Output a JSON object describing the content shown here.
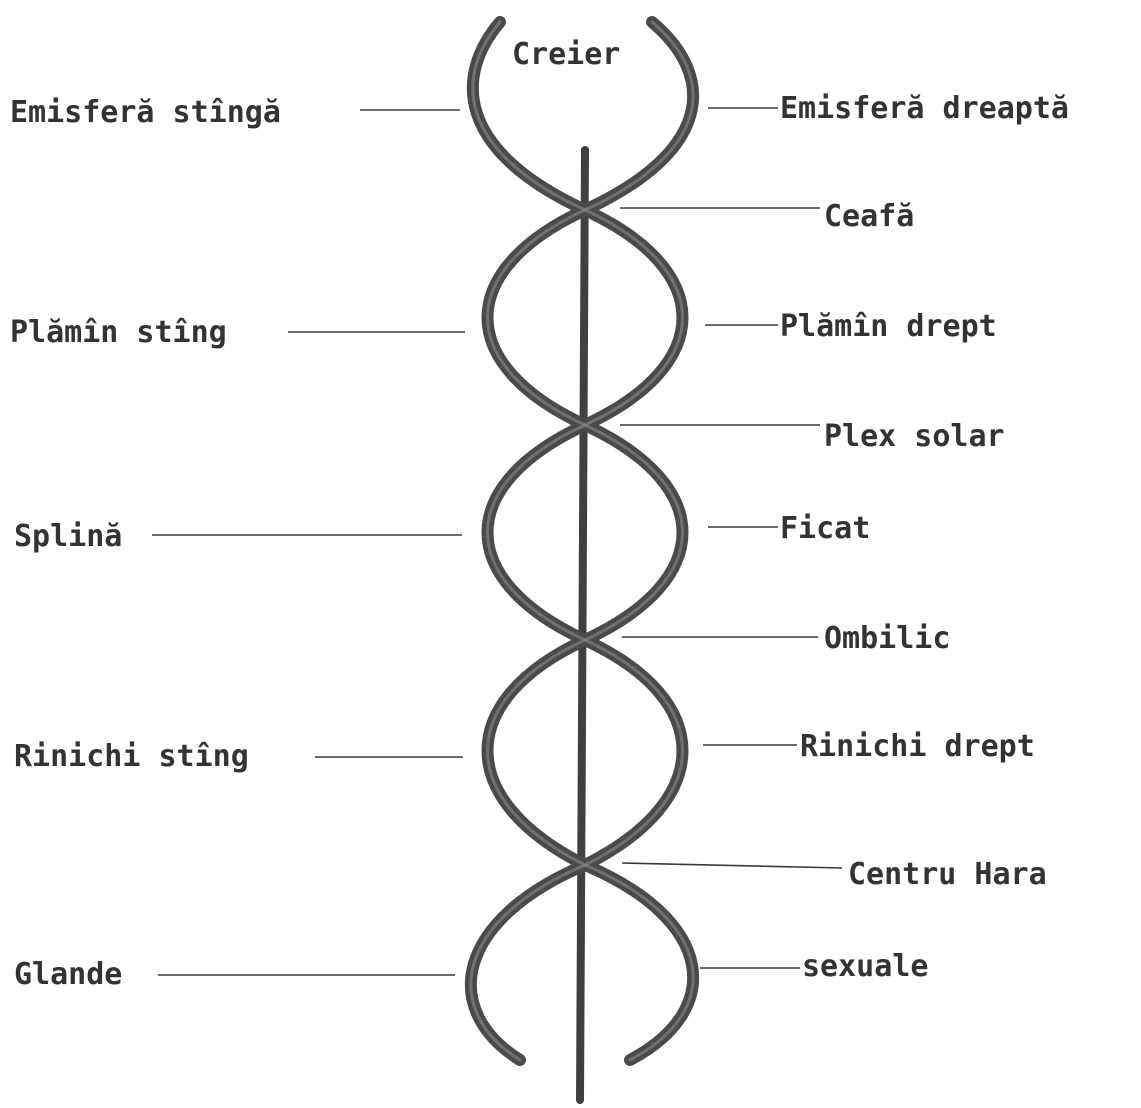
{
  "diagram": {
    "labels": {
      "top": "Creier",
      "left_hemisphere": "Emisferă stîngă",
      "right_hemisphere": "Emisferă dreaptă",
      "nape": "Ceafă",
      "left_lung": "Plămîn stîng",
      "right_lung": "Plămîn drept",
      "solar_plexus": "Plex solar",
      "spleen": "Splină",
      "liver": "Ficat",
      "navel": "Ombilic",
      "left_kidney": "Rinichi stîng",
      "right_kidney": "Rinichi drept",
      "hara": "Centru Hara",
      "glands_left": "Glande",
      "glands_right": "sexuale"
    },
    "colors": {
      "strand": "#4a4a4a",
      "text": "#333333",
      "background": "#ffffff"
    }
  }
}
